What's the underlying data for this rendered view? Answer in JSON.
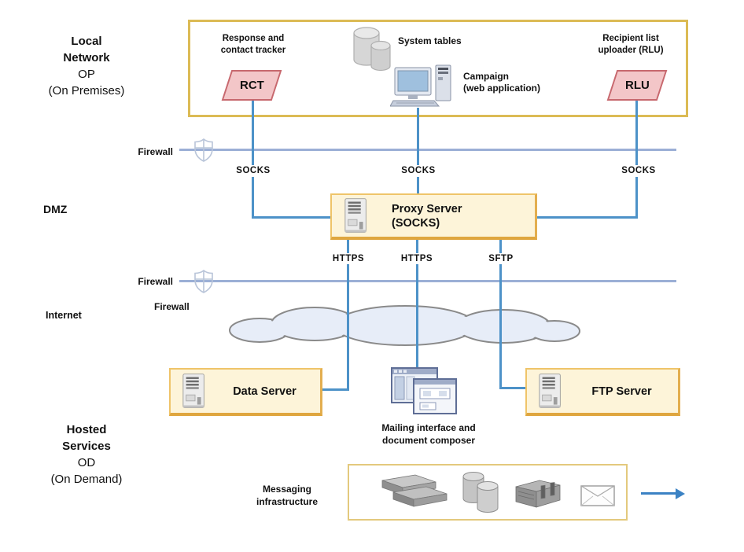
{
  "sections": {
    "local_network": "Local\nNetwork",
    "local_network_sub": "OP\n(On Premises)",
    "dmz": "DMZ",
    "internet": "Internet",
    "hosted": "Hosted\nServices",
    "hosted_sub": "OD\n(On Demand)"
  },
  "firewall": {
    "label1": "Firewall",
    "label2": "Firewall",
    "label3": "Firewall"
  },
  "on_premises": {
    "rct_caption": "Response and\ncontact tracker",
    "rct_label": "RCT",
    "system_tables": "System tables",
    "campaign": "Campaign\n(web application)",
    "rlu_caption": "Recipient list\nuploader (RLU)",
    "rlu_label": "RLU"
  },
  "protocols": {
    "socks_left": "SOCKS",
    "socks_mid": "SOCKS",
    "socks_right": "SOCKS",
    "https_left": "HTTPS",
    "https_mid": "HTTPS",
    "sftp": "SFTP"
  },
  "dmz_zone": {
    "proxy_server": "Proxy Server\n(SOCKS)"
  },
  "hosted_zone": {
    "data_server": "Data Server",
    "ftp_server": "FTP Server",
    "mailing": "Mailing interface and\ndocument composer",
    "messaging": "Messaging\ninfrastructure"
  },
  "colors": {
    "text": "#111111",
    "connector": "#4D92C8",
    "firewall_line": "#9BAFD6",
    "outline_border": "#DCBB55",
    "box_fill": "#FDF4D9",
    "box_border": "#EFC469",
    "box_border_dark": "#DFA63F",
    "shape_fill": "#F3C6C8",
    "shape_border": "#C7686E",
    "arrow": "#3B82C4",
    "cloud_fill": "#E7EDF8",
    "cloud_stroke": "#8A8A8A",
    "msg_border": "#E3C97D"
  }
}
